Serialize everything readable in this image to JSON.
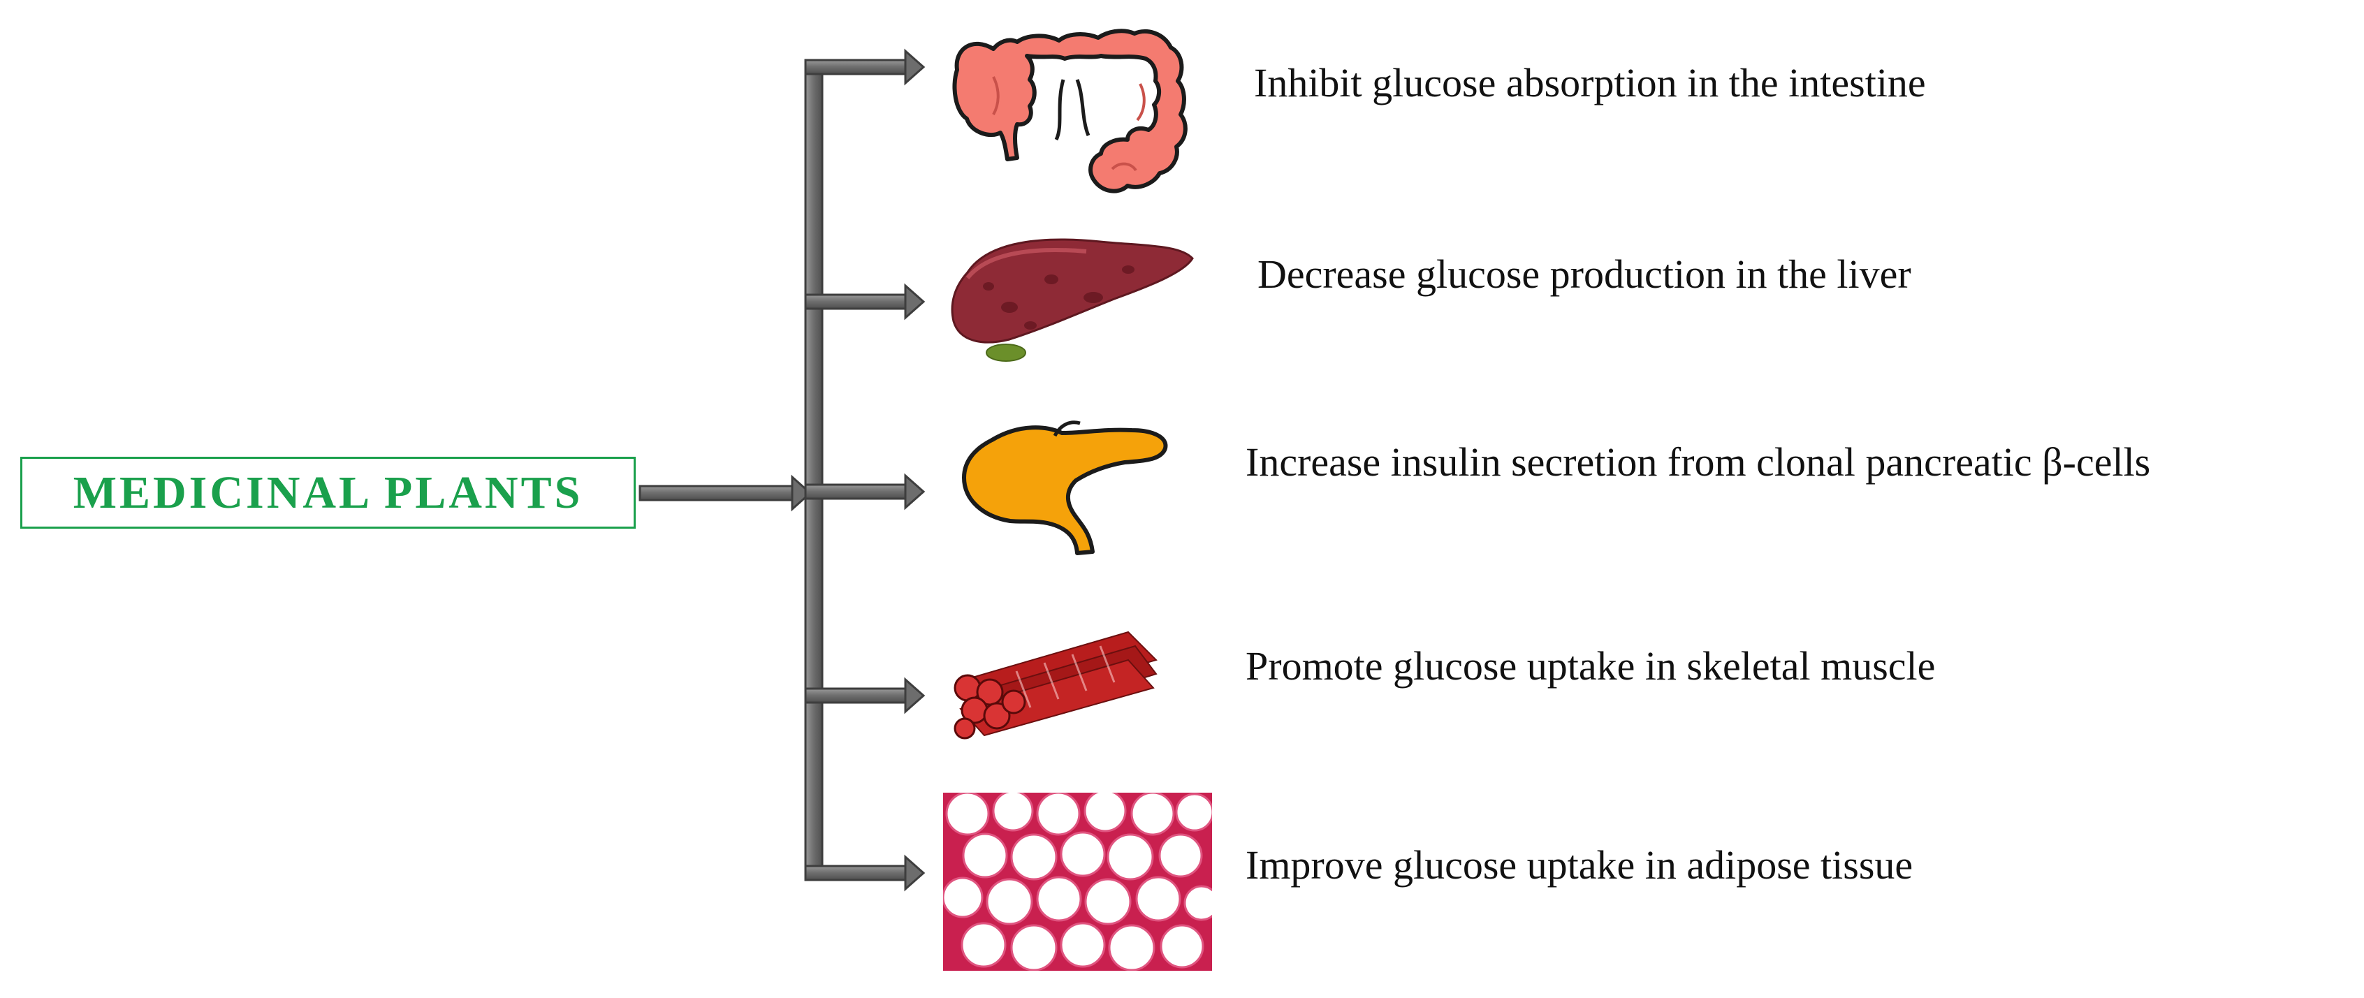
{
  "root": {
    "label": "MEDICINAL PLANTS",
    "color": "#1aa04c"
  },
  "arrow_color": "#757575",
  "effects": [
    {
      "icon": "intestine-icon",
      "label": "Inhibit glucose absorption in the intestine"
    },
    {
      "icon": "liver-icon",
      "label": "Decrease glucose production in the liver"
    },
    {
      "icon": "pancreas-icon",
      "label": "Increase insulin secretion from clonal pancreatic β-cells"
    },
    {
      "icon": "skeletal-muscle-icon",
      "label": "Promote glucose uptake in skeletal muscle"
    },
    {
      "icon": "adipose-tissue-icon",
      "label": "Improve glucose uptake in adipose tissue"
    }
  ]
}
